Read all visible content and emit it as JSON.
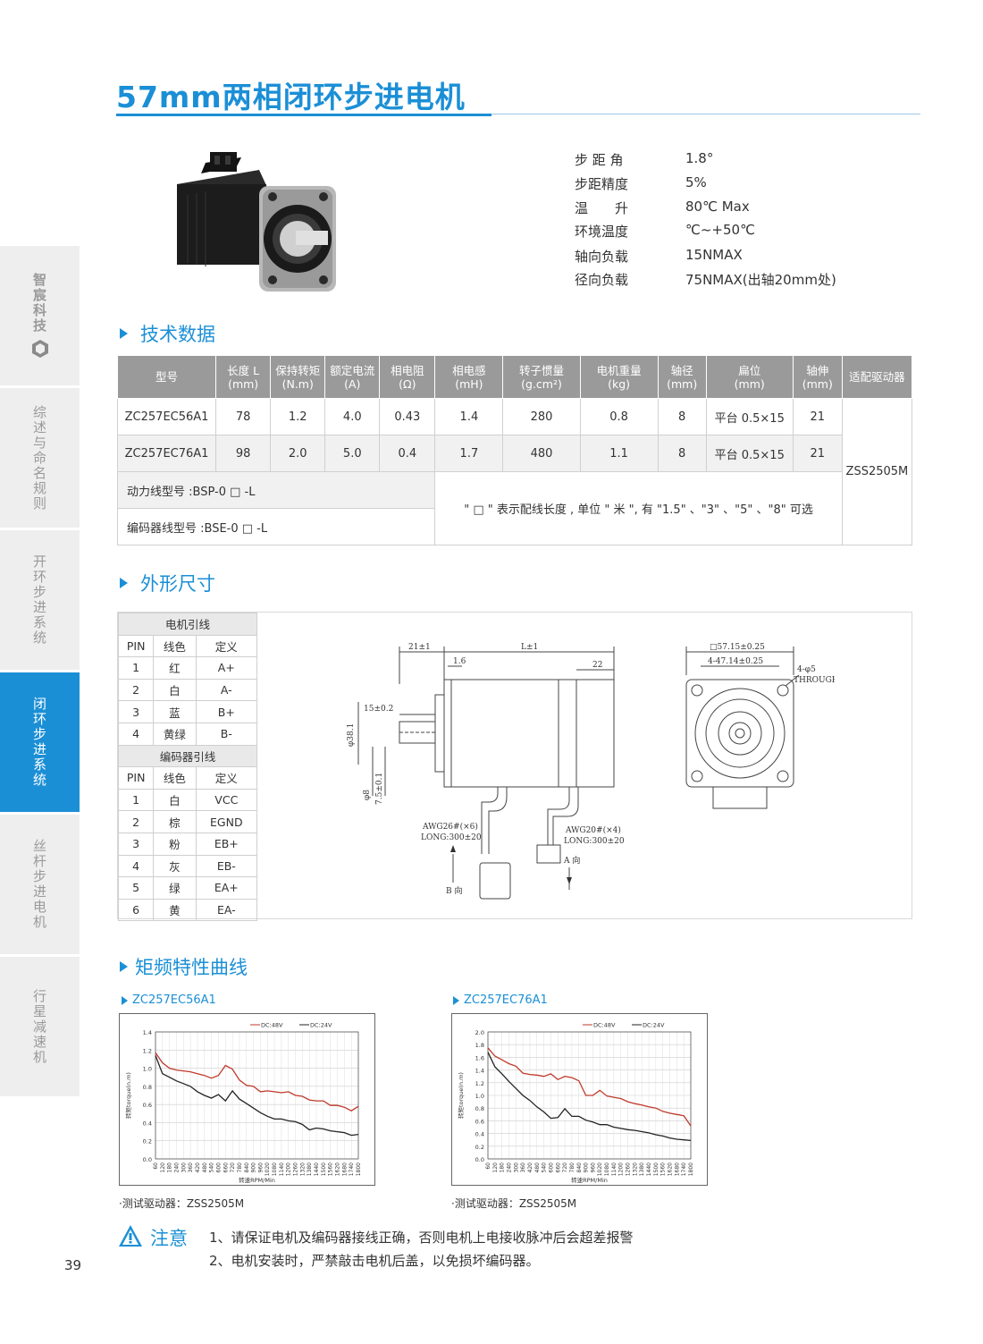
{
  "title": "57mm两相闭环步进电机",
  "sidebar": {
    "logo_text": "智宸科技",
    "tabs": [
      "综述与命名规则",
      "开环步进系统",
      "闭环步进系统",
      "丝杆步进电机",
      "行星减速机"
    ],
    "active_index": 2
  },
  "specs": [
    {
      "label": "步 距 角",
      "value": "1.8°"
    },
    {
      "label": "步距精度",
      "value": "5%"
    },
    {
      "label": "温　　升",
      "value": "80℃ Max"
    },
    {
      "label": "环境温度",
      "value": "℃~+50℃"
    },
    {
      "label": "轴向负载",
      "value": "15NMAX"
    },
    {
      "label": "径向负载",
      "value": "75NMAX(出轴20mm处)"
    }
  ],
  "sections": {
    "tech": "技术数据",
    "dims": "外形尺寸",
    "curves": "矩频特性曲线"
  },
  "tech_table": {
    "headers": [
      [
        "型号",
        ""
      ],
      [
        "长度 L",
        "(mm)"
      ],
      [
        "保持转矩",
        "(N.m)"
      ],
      [
        "额定电流",
        "(A)"
      ],
      [
        "相电阻",
        "(Ω)"
      ],
      [
        "相电感",
        "(mH)"
      ],
      [
        "转子惯量",
        "(g.cm²)"
      ],
      [
        "电机重量",
        "(kg)"
      ],
      [
        "轴径",
        "(mm)"
      ],
      [
        "扁位",
        "(mm)"
      ],
      [
        "轴伸",
        "(mm)"
      ],
      [
        "适配驱动器",
        ""
      ]
    ],
    "rows": [
      [
        "ZC257EC56A1",
        "78",
        "1.2",
        "4.0",
        "0.43",
        "1.4",
        "280",
        "0.8",
        "8",
        "平台 0.5×15",
        "21"
      ],
      [
        "ZC257EC76A1",
        "98",
        "2.0",
        "5.0",
        "0.4",
        "1.7",
        "480",
        "1.1",
        "8",
        "平台 0.5×15",
        "21"
      ]
    ],
    "driver": "ZSS2505M",
    "power_cable": "动力线型号 :BSP-0 □ -L",
    "encoder_cable": "编码器线型号 :BSE-0 □ -L",
    "cable_note": "\" □ \" 表示配线长度 , 单位 \" 米 \", 有 \"1.5\" 、\"3\" 、\"5\" 、\"8\" 可选"
  },
  "wire_table": {
    "motor_title": "电机引线",
    "encoder_title": "编码器引线",
    "columns": [
      "PIN",
      "线色",
      "定义"
    ],
    "motor_rows": [
      [
        "1",
        "红",
        "A+"
      ],
      [
        "2",
        "白",
        "A-"
      ],
      [
        "3",
        "蓝",
        "B+"
      ],
      [
        "4",
        "黄绿",
        "B-"
      ]
    ],
    "encoder_rows": [
      [
        "1",
        "白",
        "VCC"
      ],
      [
        "2",
        "棕",
        "EGND"
      ],
      [
        "3",
        "粉",
        "EB+"
      ],
      [
        "4",
        "灰",
        "EB-"
      ],
      [
        "5",
        "绿",
        "EA+"
      ],
      [
        "6",
        "黄",
        "EA-"
      ]
    ]
  },
  "drawing": {
    "dim_21": "21±1",
    "dim_L": "L±1",
    "dim_16": "1.6",
    "dim_22": "22",
    "dim_15": "15±0.2",
    "dim_381": "φ38.1",
    "dim_8": "φ8",
    "dim_75": "7.5±0.1",
    "awg26": "AWG26#(×6)",
    "long1": "LONG:300±20",
    "awg20": "AWG20#(×4)",
    "long2": "LONG:300±20",
    "a_dir": "A 向",
    "b_dir": "B 向",
    "sq": "□57.15±0.25",
    "sq2": "4-47.14±0.25",
    "holes": "4-φ5",
    "through": "THROUGH"
  },
  "chart_data": [
    {
      "type": "line",
      "title": "ZC257EC56A1",
      "xlabel": "转速RPM/Min",
      "ylabel": "转矩torque(n.m)",
      "x": [
        60,
        120,
        180,
        240,
        300,
        360,
        420,
        480,
        540,
        600,
        660,
        720,
        780,
        840,
        900,
        960,
        1020,
        1080,
        1140,
        1200,
        1260,
        1320,
        1380,
        1440,
        1500,
        1560,
        1620,
        1680,
        1740,
        1800
      ],
      "ylim": [
        0,
        1.4
      ],
      "yticks": [
        0,
        0.2,
        0.4,
        0.6,
        0.8,
        1.0,
        1.2,
        1.4
      ],
      "series": [
        {
          "name": "DC:48V",
          "color": "#c0392b",
          "values": [
            1.17,
            1.06,
            1.0,
            0.98,
            0.97,
            0.96,
            0.94,
            0.92,
            0.89,
            0.92,
            1.03,
            0.99,
            0.87,
            0.81,
            0.8,
            0.74,
            0.75,
            0.74,
            0.73,
            0.74,
            0.7,
            0.69,
            0.65,
            0.64,
            0.64,
            0.59,
            0.59,
            0.57,
            0.53,
            0.58
          ]
        },
        {
          "name": "DC:24V",
          "color": "#222222",
          "values": [
            1.14,
            0.94,
            0.9,
            0.86,
            0.83,
            0.8,
            0.74,
            0.7,
            0.67,
            0.71,
            0.64,
            0.75,
            0.66,
            0.61,
            0.56,
            0.51,
            0.47,
            0.44,
            0.44,
            0.42,
            0.41,
            0.38,
            0.32,
            0.34,
            0.33,
            0.31,
            0.3,
            0.29,
            0.26,
            0.27
          ]
        }
      ],
      "legend": "top-right",
      "grid": true
    },
    {
      "type": "line",
      "title": "ZC257EC76A1",
      "xlabel": "转速RPM/Min",
      "ylabel": "转矩torque(n.m)",
      "x": [
        60,
        120,
        180,
        240,
        300,
        360,
        420,
        480,
        540,
        600,
        660,
        720,
        780,
        840,
        900,
        960,
        1020,
        1080,
        1140,
        1200,
        1260,
        1320,
        1380,
        1440,
        1500,
        1560,
        1620,
        1680,
        1740,
        1800
      ],
      "ylim": [
        0,
        2.0
      ],
      "yticks": [
        0,
        0.2,
        0.4,
        0.6,
        0.8,
        1.0,
        1.2,
        1.4,
        1.6,
        1.8,
        2.0
      ],
      "series": [
        {
          "name": "DC:48V",
          "color": "#c0392b",
          "values": [
            1.75,
            1.62,
            1.56,
            1.5,
            1.46,
            1.35,
            1.33,
            1.32,
            1.3,
            1.34,
            1.25,
            1.3,
            1.28,
            1.23,
            1.0,
            1.0,
            1.08,
            0.99,
            0.97,
            0.95,
            0.9,
            0.87,
            0.85,
            0.82,
            0.8,
            0.75,
            0.72,
            0.7,
            0.68,
            0.52
          ]
        },
        {
          "name": "DC:24V",
          "color": "#222222",
          "values": [
            1.68,
            1.45,
            1.34,
            1.22,
            1.11,
            1.0,
            0.92,
            0.82,
            0.74,
            0.64,
            0.65,
            0.79,
            0.67,
            0.67,
            0.61,
            0.58,
            0.54,
            0.54,
            0.5,
            0.48,
            0.46,
            0.45,
            0.43,
            0.41,
            0.38,
            0.36,
            0.33,
            0.31,
            0.3,
            0.29
          ]
        }
      ],
      "legend": "top-right",
      "grid": true
    }
  ],
  "chart_notes": [
    "·测试驱动器：ZSS2505M",
    "·测试驱动器：ZSS2505M"
  ],
  "notice": {
    "label": "注意",
    "lines": [
      "1、请保证电机及编码器接线正确，否则电机上电接收脉冲后会超差报警",
      "2、电机安装时，严禁敲击电机后盖，以免损坏编码器。"
    ]
  },
  "page_number": "39"
}
